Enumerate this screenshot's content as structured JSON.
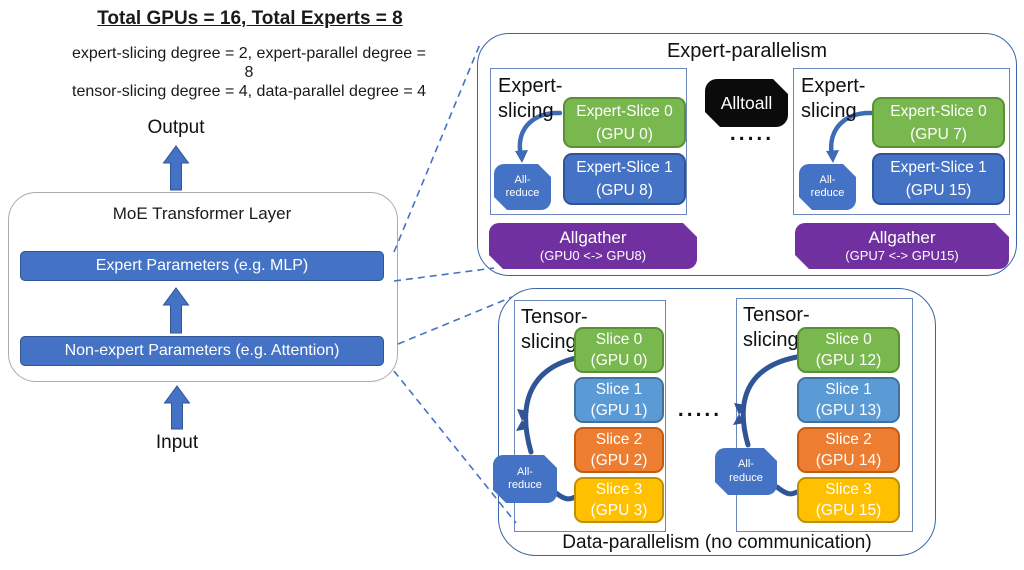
{
  "header": {
    "title": "Total GPUs = 16, Total Experts = 8",
    "line1": "expert-slicing degree = 2, expert-parallel degree =",
    "line2": "8",
    "line3": "tensor-slicing degree = 4, data-parallel degree = 4"
  },
  "moe_layer": {
    "output_label": "Output",
    "input_label": "Input",
    "title": "MoE Transformer Layer",
    "expert_bar": "Expert Parameters (e.g. MLP)",
    "nonexpert_bar": "Non-expert Parameters (e.g. Attention)"
  },
  "expert_parallelism": {
    "title": "Expert-parallelism",
    "alltoall_label": "Alltoall",
    "dots": ".....",
    "groups": [
      {
        "label_line1": "Expert-",
        "label_line2": "slicing",
        "allreduce": {
          "line1": "All-",
          "line2": "reduce"
        },
        "slices": [
          {
            "line1": "Expert-Slice 0",
            "line2": "(GPU 0)"
          },
          {
            "line1": "Expert-Slice 1",
            "line2": "(GPU 8)"
          }
        ],
        "allgather": {
          "line1": "Allgather",
          "line2": "(GPU0 <-> GPU8)"
        }
      },
      {
        "label_line1": "Expert-",
        "label_line2": "slicing",
        "allreduce": {
          "line1": "All-",
          "line2": "reduce"
        },
        "slices": [
          {
            "line1": "Expert-Slice 0",
            "line2": "(GPU 7)"
          },
          {
            "line1": "Expert-Slice 1",
            "line2": "(GPU 15)"
          }
        ],
        "allgather": {
          "line1": "Allgather",
          "line2": "(GPU7 <-> GPU15)"
        }
      }
    ]
  },
  "data_parallelism": {
    "bottom_label": "Data-parallelism (no communication)",
    "dots": ".....",
    "groups": [
      {
        "label_line1": "Tensor-",
        "label_line2": "slicing",
        "allreduce": {
          "line1": "All-",
          "line2": "reduce"
        },
        "slices": [
          {
            "line1": "Slice 0",
            "line2": "(GPU 0)"
          },
          {
            "line1": "Slice 1",
            "line2": "(GPU 1)"
          },
          {
            "line1": "Slice 2",
            "line2": "(GPU 2)"
          },
          {
            "line1": "Slice 3",
            "line2": "(GPU 3)"
          }
        ]
      },
      {
        "label_line1": "Tensor-",
        "label_line2": "slicing",
        "allreduce": {
          "line1": "All-",
          "line2": "reduce"
        },
        "slices": [
          {
            "line1": "Slice 0",
            "line2": "(GPU 12)"
          },
          {
            "line1": "Slice 1",
            "line2": "(GPU 13)"
          },
          {
            "line1": "Slice 2",
            "line2": "(GPU 14)"
          },
          {
            "line1": "Slice 3",
            "line2": "(GPU 15)"
          }
        ]
      }
    ]
  },
  "colors": {
    "slice_green": "#79B84F",
    "slice_light_blue": "#5B9BD5",
    "slice_dark_blue": "#4472C4",
    "slice_orange": "#ED7D31",
    "slice_yellow": "#FFC000",
    "allgather_purple": "#7030A0",
    "alltoall_black": "#0B0B0B",
    "arrow_blue": "#4472C4",
    "arc_blue": "#2F5597",
    "box_border_blue": "#3A66A8"
  }
}
